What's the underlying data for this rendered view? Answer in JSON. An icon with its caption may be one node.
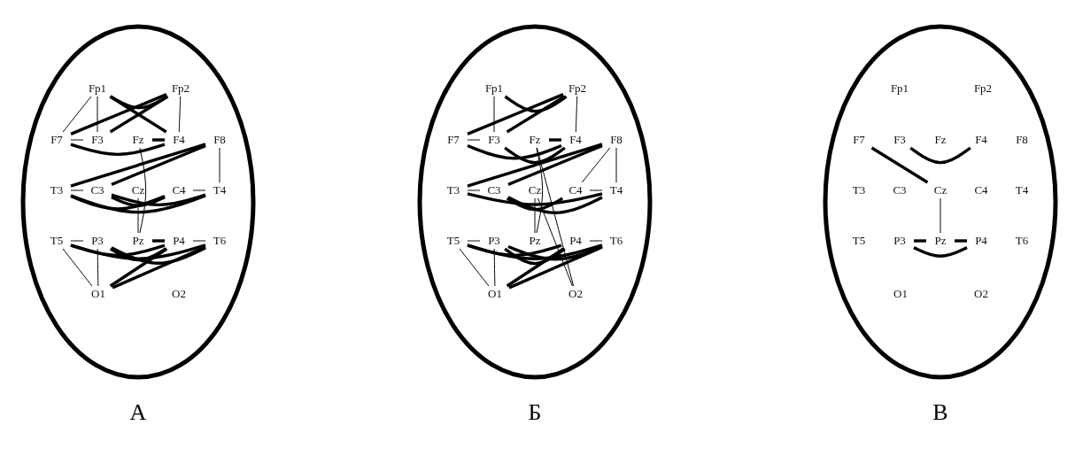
{
  "diagram": {
    "nodes": [
      {
        "text": [
          "А"
        ]
      },
      {
        "text": [
          "Fp1"
        ],
        "in": 0
      },
      {
        "text": [
          "Fp2"
        ],
        "in": 0
      },
      {
        "text": [
          "F7"
        ],
        "in": 0
      },
      {
        "text": [
          "F3"
        ],
        "in": 0
      },
      {
        "text": [
          "Fz"
        ],
        "in": 0
      },
      {
        "text": [
          "F4"
        ],
        "in": 0
      },
      {
        "text": [
          "F8"
        ],
        "in": 0
      },
      {
        "text": [
          "T3"
        ],
        "in": 0
      },
      {
        "text": [
          "C3"
        ],
        "in": 0
      },
      {
        "text": [
          "Cz"
        ],
        "in": 0
      },
      {
        "text": [
          "C4"
        ],
        "in": 0
      },
      {
        "text": [
          "T4"
        ],
        "in": 0
      },
      {
        "text": [
          "T5"
        ],
        "in": 0
      },
      {
        "text": [
          "P3"
        ],
        "in": 0
      },
      {
        "text": [
          "Pz"
        ],
        "in": 0
      },
      {
        "text": [
          "P4"
        ],
        "in": 0
      },
      {
        "text": [
          "T6"
        ],
        "in": 0
      },
      {
        "text": [
          "O1"
        ],
        "in": 0
      },
      {
        "text": [
          "O2"
        ],
        "in": 0
      },
      {
        "text": [
          "Б"
        ]
      },
      {
        "text": [
          "Fp1"
        ],
        "in": 20
      },
      {
        "text": [
          "Fp2"
        ],
        "in": 20
      },
      {
        "text": [
          "F7"
        ],
        "in": 20
      },
      {
        "text": [
          "F3"
        ],
        "in": 20
      },
      {
        "text": [
          "Fz"
        ],
        "in": 20
      },
      {
        "text": [
          "F4"
        ],
        "in": 20
      },
      {
        "text": [
          "F8"
        ],
        "in": 20
      },
      {
        "text": [
          "T3"
        ],
        "in": 20
      },
      {
        "text": [
          "C3"
        ],
        "in": 20
      },
      {
        "text": [
          "Cz"
        ],
        "in": 20
      },
      {
        "text": [
          "C4"
        ],
        "in": 20
      },
      {
        "text": [
          "T4"
        ],
        "in": 20
      },
      {
        "text": [
          "T5"
        ],
        "in": 20
      },
      {
        "text": [
          "P3"
        ],
        "in": 20
      },
      {
        "text": [
          "Pz"
        ],
        "in": 20
      },
      {
        "text": [
          "P4"
        ],
        "in": 20
      },
      {
        "text": [
          "T6"
        ],
        "in": 20
      },
      {
        "text": [
          "O1"
        ],
        "in": 20
      },
      {
        "text": [
          "O2"
        ],
        "in": 20
      },
      {
        "text": [
          "В"
        ]
      },
      {
        "text": [
          "Fp1"
        ],
        "in": 40
      },
      {
        "text": [
          "Fp2"
        ],
        "in": 40
      },
      {
        "text": [
          "F7"
        ],
        "in": 40
      },
      {
        "text": [
          "F3"
        ],
        "in": 40
      },
      {
        "text": [
          "Fz"
        ],
        "in": 40
      },
      {
        "text": [
          "F4"
        ],
        "in": 40
      },
      {
        "text": [
          "F8"
        ],
        "in": 40
      },
      {
        "text": [
          "T3"
        ],
        "in": 40
      },
      {
        "text": [
          "C3"
        ],
        "in": 40
      },
      {
        "text": [
          "Cz"
        ],
        "in": 40
      },
      {
        "text": [
          "C4"
        ],
        "in": 40
      },
      {
        "text": [
          "T4"
        ],
        "in": 40
      },
      {
        "text": [
          "T5"
        ],
        "in": 40
      },
      {
        "text": [
          "P3"
        ],
        "in": 40
      },
      {
        "text": [
          "Pz"
        ],
        "in": 40
      },
      {
        "text": [
          "P4"
        ],
        "in": 40
      },
      {
        "text": [
          "T6"
        ],
        "in": 40
      },
      {
        "text": [
          "O1"
        ],
        "in": 40
      },
      {
        "text": [
          "O2"
        ],
        "in": 40
      }
    ],
    "edges": [
      {
        "from": 1,
        "to": 3,
        "arrow": "none"
      },
      {
        "from": 1,
        "to": 4,
        "arrow": "none"
      },
      {
        "from": 2,
        "to": 6,
        "arrow": "none"
      },
      {
        "from": 3,
        "to": 4,
        "arrow": "none"
      },
      {
        "from": 7,
        "to": 12,
        "arrow": "none"
      },
      {
        "from": 11,
        "to": 12,
        "arrow": "none"
      },
      {
        "from": 8,
        "to": 9,
        "arrow": "none"
      },
      {
        "from": 13,
        "to": 14,
        "arrow": "none"
      },
      {
        "from": 16,
        "to": 17,
        "arrow": "none"
      },
      {
        "from": 13,
        "to": 18,
        "arrow": "none"
      },
      {
        "from": 14,
        "to": 18,
        "arrow": "none"
      },
      {
        "from": 5,
        "to": 15,
        "arrow": "none"
      },
      {
        "from": 10,
        "to": 15,
        "arrow": "none"
      },
      {
        "from": 1,
        "to": 2,
        "arrow": "none"
      },
      {
        "from": 1,
        "to": 6,
        "arrow": "none"
      },
      {
        "from": 2,
        "to": 3,
        "arrow": "none"
      },
      {
        "from": 2,
        "to": 4,
        "arrow": "none"
      },
      {
        "from": 5,
        "to": 6,
        "arrow": "none"
      },
      {
        "from": 3,
        "to": 6,
        "arrow": "none"
      },
      {
        "from": 8,
        "to": 7,
        "arrow": "none"
      },
      {
        "from": 9,
        "to": 7,
        "arrow": "none"
      },
      {
        "from": 9,
        "to": 11,
        "arrow": "none"
      },
      {
        "from": 8,
        "to": 11,
        "arrow": "none"
      },
      {
        "from": 8,
        "to": 12,
        "arrow": "none"
      },
      {
        "from": 9,
        "to": 12,
        "arrow": "none"
      },
      {
        "from": 14,
        "to": 16,
        "arrow": "none"
      },
      {
        "from": 14,
        "to": 17,
        "arrow": "none"
      },
      {
        "from": 13,
        "to": 16,
        "arrow": "none"
      },
      {
        "from": 13,
        "to": 17,
        "arrow": "none"
      },
      {
        "from": 18,
        "to": 16,
        "arrow": "none"
      },
      {
        "from": 18,
        "to": 17,
        "arrow": "none"
      },
      {
        "from": 15,
        "to": 16,
        "arrow": "none"
      },
      {
        "from": 21,
        "to": 24,
        "arrow": "none"
      },
      {
        "from": 22,
        "to": 26,
        "arrow": "none"
      },
      {
        "from": 23,
        "to": 24,
        "arrow": "none"
      },
      {
        "from": 28,
        "to": 29,
        "arrow": "none"
      },
      {
        "from": 31,
        "to": 32,
        "arrow": "none"
      },
      {
        "from": 27,
        "to": 32,
        "arrow": "none"
      },
      {
        "from": 27,
        "to": 31,
        "arrow": "none"
      },
      {
        "from": 33,
        "to": 34,
        "arrow": "none"
      },
      {
        "from": 36,
        "to": 37,
        "arrow": "none"
      },
      {
        "from": 33,
        "to": 38,
        "arrow": "none"
      },
      {
        "from": 34,
        "to": 38,
        "arrow": "none"
      },
      {
        "from": 25,
        "to": 35,
        "arrow": "none"
      },
      {
        "from": 25,
        "to": 39,
        "arrow": "none"
      },
      {
        "from": 30,
        "to": 39,
        "arrow": "none"
      },
      {
        "from": 30,
        "to": 35,
        "arrow": "none"
      },
      {
        "from": 21,
        "to": 22,
        "arrow": "none"
      },
      {
        "from": 22,
        "to": 23,
        "arrow": "none"
      },
      {
        "from": 22,
        "to": 24,
        "arrow": "none"
      },
      {
        "from": 24,
        "to": 26,
        "arrow": "none"
      },
      {
        "from": 25,
        "to": 26,
        "arrow": "none"
      },
      {
        "from": 23,
        "to": 26,
        "arrow": "none"
      },
      {
        "from": 28,
        "to": 27,
        "arrow": "none"
      },
      {
        "from": 29,
        "to": 27,
        "arrow": "none"
      },
      {
        "from": 29,
        "to": 31,
        "arrow": "none"
      },
      {
        "from": 29,
        "to": 32,
        "arrow": "none"
      },
      {
        "from": 28,
        "to": 32,
        "arrow": "none"
      },
      {
        "from": 34,
        "to": 37,
        "arrow": "none"
      },
      {
        "from": 34,
        "to": 36,
        "arrow": "none"
      },
      {
        "from": 33,
        "to": 36,
        "arrow": "none"
      },
      {
        "from": 33,
        "to": 37,
        "arrow": "none"
      },
      {
        "from": 38,
        "to": 36,
        "arrow": "none"
      },
      {
        "from": 38,
        "to": 37,
        "arrow": "none"
      },
      {
        "from": 43,
        "to": 50,
        "arrow": "none"
      },
      {
        "from": 44,
        "to": 46,
        "arrow": "none"
      },
      {
        "from": 50,
        "to": 55,
        "arrow": "none"
      },
      {
        "from": 54,
        "to": 55,
        "arrow": "none"
      },
      {
        "from": 55,
        "to": 56,
        "arrow": "none"
      },
      {
        "from": 54,
        "to": 56,
        "arrow": "none"
      }
    ]
  }
}
